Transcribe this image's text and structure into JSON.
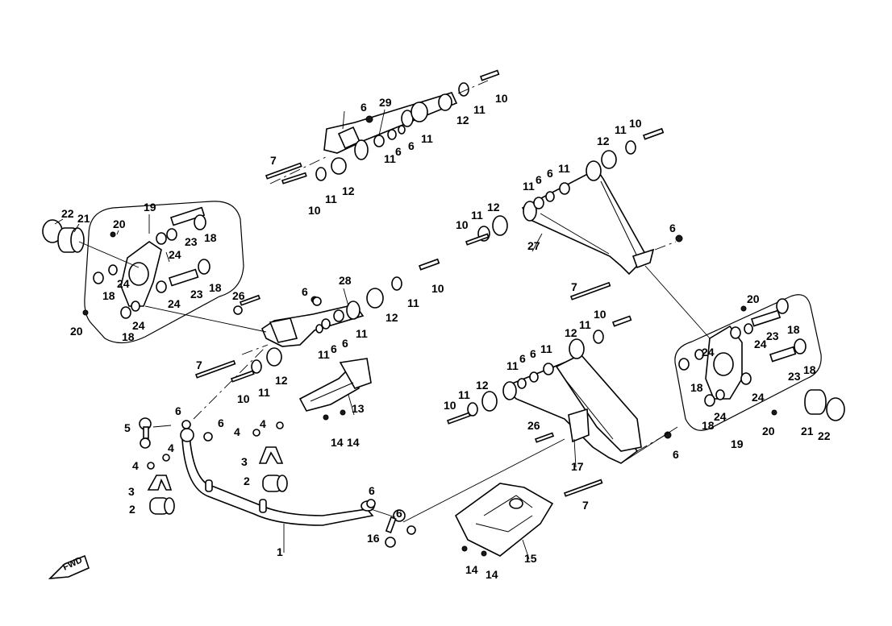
{
  "fwd_label": "FWD",
  "callouts": {
    "c1": "1",
    "c2a": "2",
    "c2b": "2",
    "c3a": "3",
    "c3b": "3",
    "c4a": "4",
    "c4b": "4",
    "c4c": "4",
    "c4d": "4",
    "c5": "5",
    "c6": [
      "6",
      "6",
      "6",
      "6",
      "6",
      "6",
      "6",
      "6",
      "6",
      "6",
      "6",
      "6",
      "6",
      "6",
      "6",
      "6"
    ],
    "c7a": "7",
    "c7b": "7",
    "c7c": "7",
    "c7d": "7",
    "c10": [
      "10",
      "10",
      "10",
      "10",
      "10",
      "10",
      "10",
      "10"
    ],
    "c11": [
      "11",
      "11",
      "11",
      "11",
      "11",
      "11",
      "11",
      "11",
      "11",
      "11",
      "11",
      "11",
      "11",
      "11",
      "11",
      "11"
    ],
    "c12": [
      "12",
      "12",
      "12",
      "12",
      "12",
      "12",
      "12",
      "12"
    ],
    "c13": "13",
    "c14": [
      "14",
      "14",
      "14",
      "14"
    ],
    "c15": "15",
    "c16": "16",
    "c17": "17",
    "c18": [
      "18",
      "18",
      "18",
      "18",
      "18",
      "18"
    ],
    "c19a": "19",
    "c19b": "19",
    "c20": [
      "20",
      "20",
      "20",
      "20"
    ],
    "c21a": "21",
    "c21b": "21",
    "c22a": "22",
    "c22b": "22",
    "c23": [
      "23",
      "23",
      "23",
      "23"
    ],
    "c24": [
      "24",
      "24",
      "24",
      "24",
      "24",
      "24",
      "24",
      "24"
    ],
    "c26a": "26",
    "c26b": "26",
    "c27": "27",
    "c28": "28",
    "c29": "29"
  },
  "icons": [
    "fwd-arrow-icon"
  ]
}
